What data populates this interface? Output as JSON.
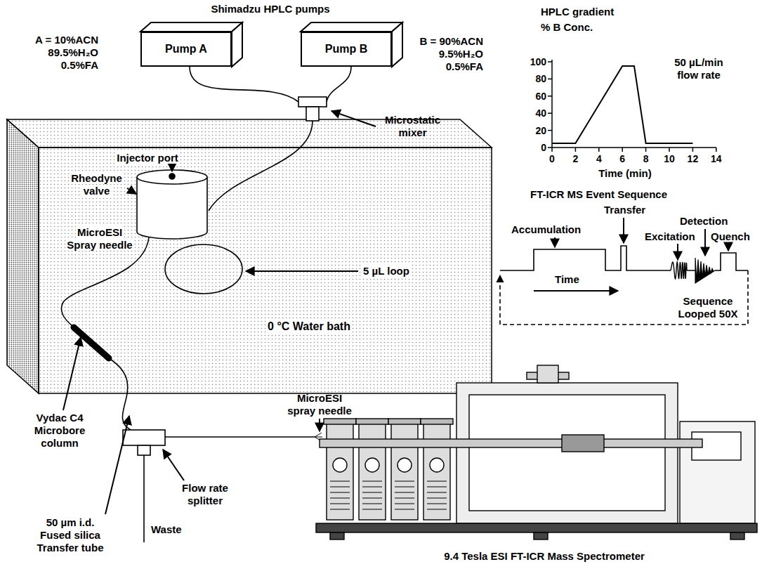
{
  "diagram": {
    "nodes": [
      {
        "text": [
          "Pump A"
        ]
      },
      {
        "text": [
          "Pump B"
        ]
      }
    ],
    "labels": [
      "Shimadzu HPLC pumps",
      "A = 10%ACN 89.5%H₂O 0.5%FA",
      "B = 90%ACN 9.5%H₂O 0.5%FA",
      "HPLC gradient",
      "% B Conc.",
      "100",
      "80",
      "60",
      "40",
      "20",
      "0",
      "0",
      "2",
      "4",
      "6",
      "8",
      "10",
      "12",
      "14",
      "Time (min)",
      "50 µL/min flow rate",
      "Microstatic mixer",
      "Injector port",
      "Rheodyne valve",
      "MicroESI Spray needle",
      "5 µL loop",
      "0 °C Water bath",
      "FT-ICR MS Event Sequence",
      "Accumulation",
      "Transfer",
      "Excitation",
      "Detection",
      "Quench",
      "Time",
      "Sequence Looped 50X",
      "Vydac C4 Microbore column",
      "MicroESI spray needle",
      "Flow rate splitter",
      "50 µm i.d. Fused silica Transfer tube",
      "Waste",
      "9.4 Tesla ESI FT-ICR Mass Spectrometer"
    ]
  }
}
